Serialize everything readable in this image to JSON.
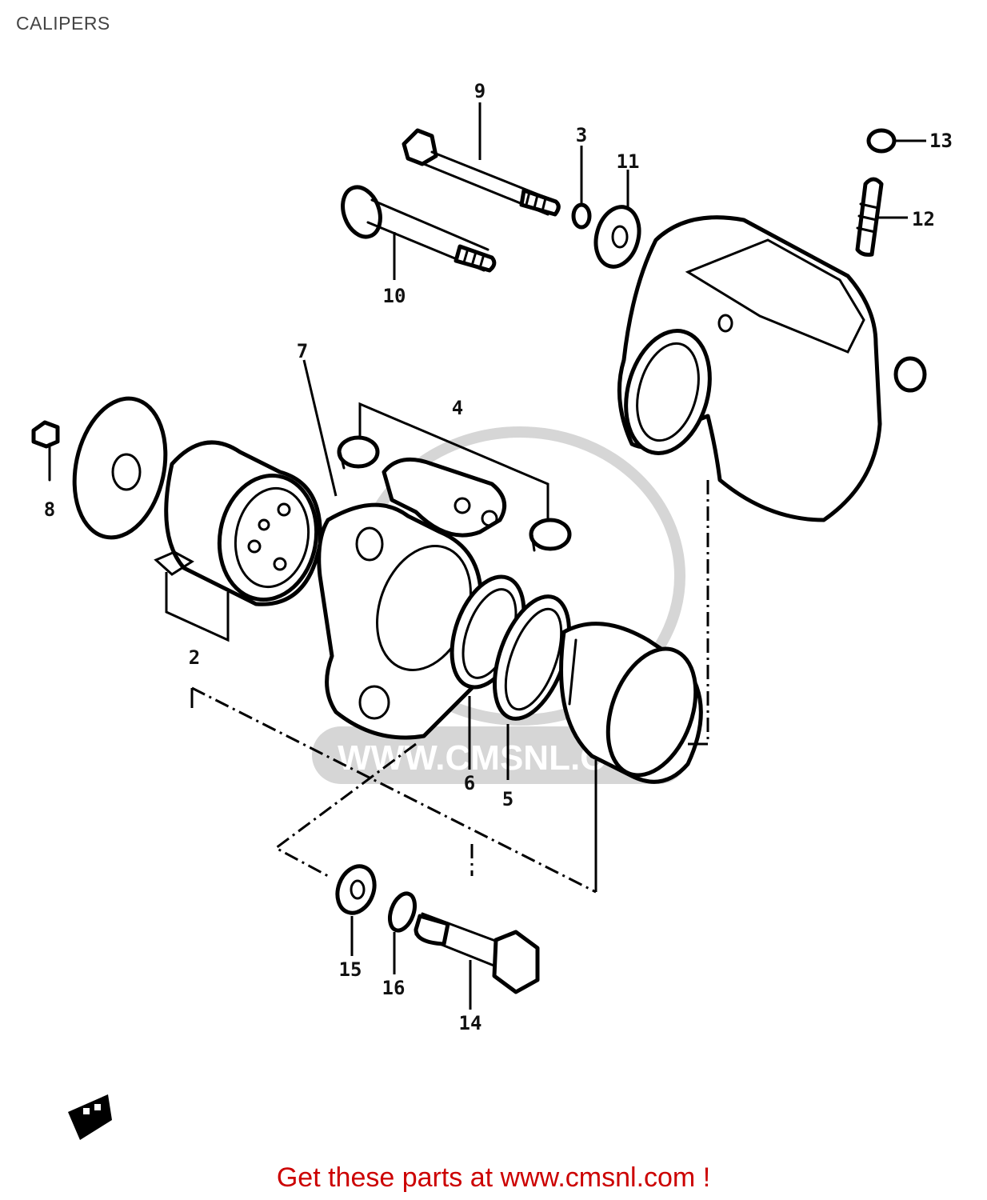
{
  "title": "CALIPERS",
  "footer": {
    "text": "Get these parts at www.cmsnl.com !",
    "color": "#cc0000"
  },
  "watermark": {
    "text": "WWW.CMSNL.COM",
    "color": "#d6d6d6"
  },
  "callouts": {
    "p2": "2",
    "p3": "3",
    "p4": "4",
    "p5": "5",
    "p6": "6",
    "p7": "7",
    "p8": "8",
    "p9": "9",
    "p10": "10",
    "p11": "11",
    "p12": "12",
    "p13": "13",
    "p14": "14",
    "p15": "15",
    "p16": "16"
  },
  "icons": {
    "front_arrow": "front-direction-arrow-icon"
  }
}
